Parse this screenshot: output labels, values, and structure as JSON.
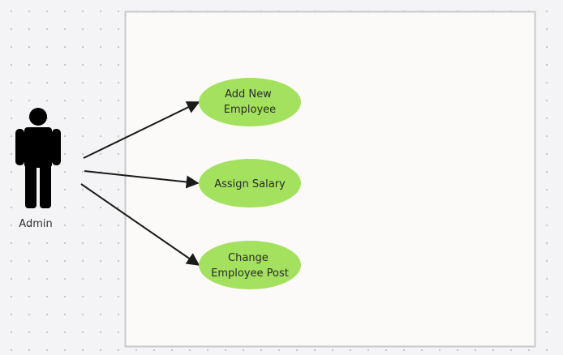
{
  "actor": {
    "name": "Admin",
    "icon": "person-icon",
    "color": "#000000"
  },
  "system_boundary": {
    "fill": "#fbfaf8",
    "stroke": "#c9c9cc"
  },
  "use_cases": [
    {
      "id": "add-new-employee",
      "lines": [
        "Add New",
        "Employee"
      ]
    },
    {
      "id": "assign-salary",
      "lines": [
        "Assign Salary"
      ]
    },
    {
      "id": "change-employee-post",
      "lines": [
        "Change",
        "Employee Post"
      ]
    }
  ],
  "use_case_fill": "#a3e15f",
  "association_color": "#1a1a1a"
}
